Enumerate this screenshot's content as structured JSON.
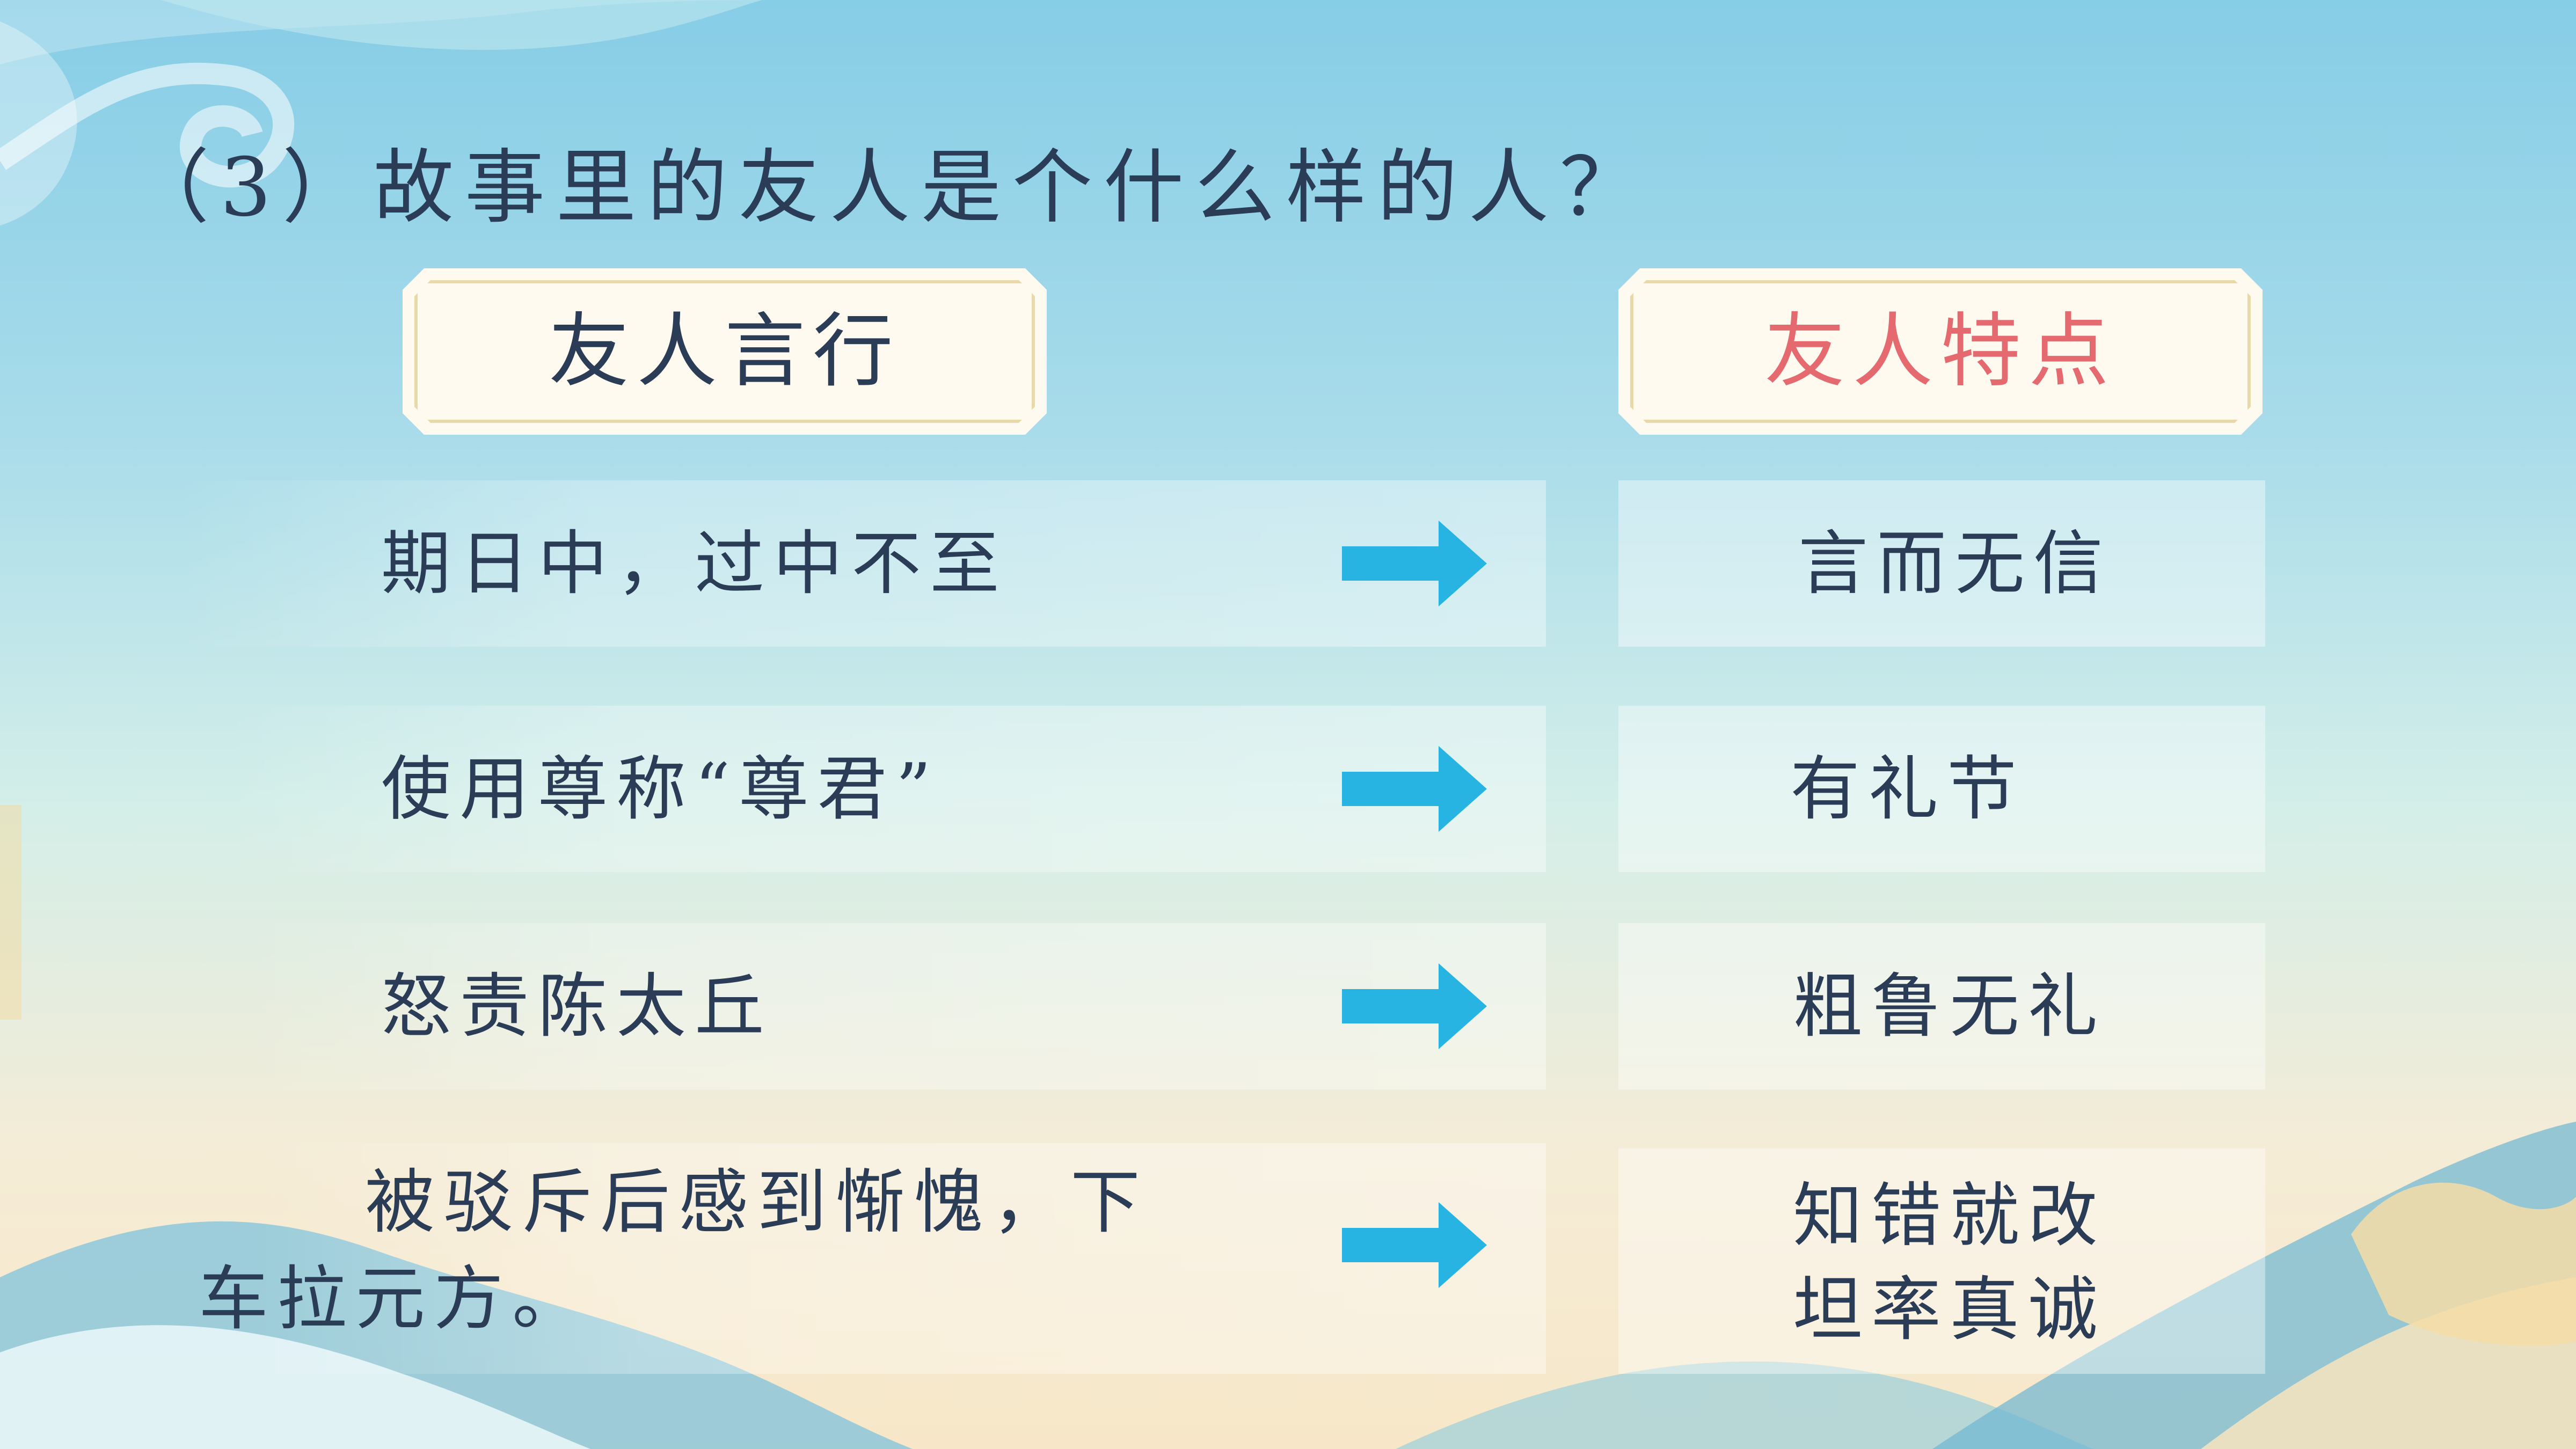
{
  "question": "（3）故事里的友人是个什么样的人？",
  "headers": {
    "left": "友人言行",
    "right": "友人特点"
  },
  "rows": [
    {
      "action": [
        "期日中，过中不至"
      ],
      "trait": [
        "言而无信"
      ]
    },
    {
      "action": [
        "使用尊称“尊君”"
      ],
      "trait": [
        "有礼节"
      ]
    },
    {
      "action": [
        "怒责陈太丘"
      ],
      "trait": [
        "粗鲁无礼"
      ]
    },
    {
      "action": [
        "被驳斥后感到惭愧，下",
        "车拉元方。"
      ],
      "trait": [
        "知错就改",
        "坦率真诚"
      ]
    }
  ],
  "colors": {
    "text": "#2b3c56",
    "accent": "#e56a6f",
    "arrow": "#27b4e3"
  },
  "icons": {
    "arrow": "arrow-right-icon"
  }
}
